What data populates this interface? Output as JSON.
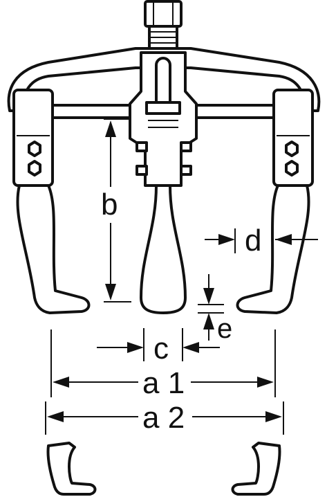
{
  "diagram": {
    "labels": {
      "b": "b",
      "c": "c",
      "d": "d",
      "e": "e",
      "a1": "a 1",
      "a2": "a 2"
    }
  }
}
